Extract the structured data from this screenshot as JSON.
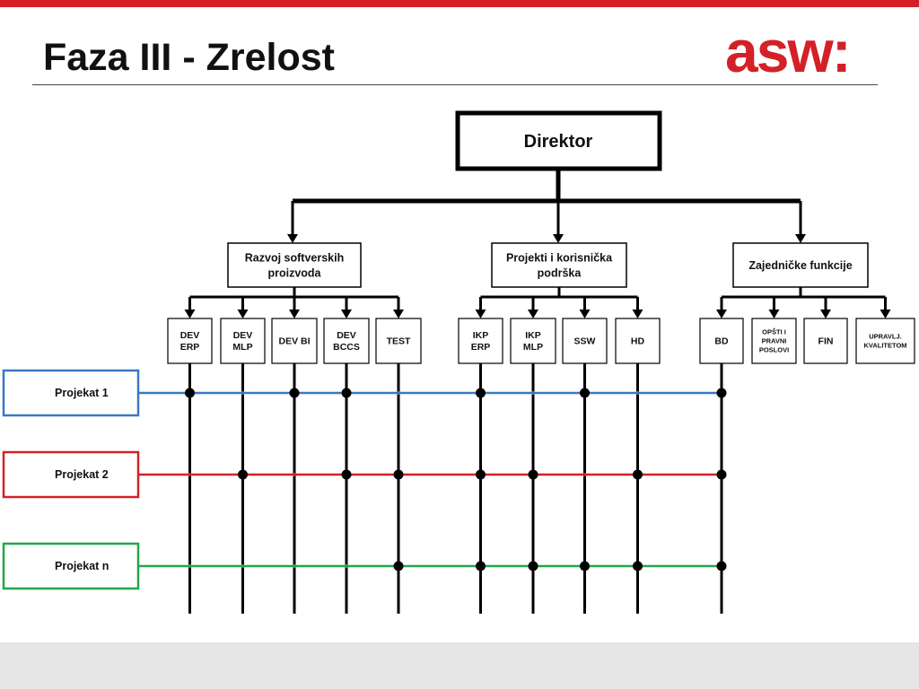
{
  "slide": {
    "title": "Faza III - Zrelost",
    "logo": "asw:"
  },
  "colors": {
    "accent": "#d42027",
    "project1": "#3a78c4",
    "project2": "#d42027",
    "projectn": "#22a64b"
  },
  "diagram": {
    "root": "Direktor",
    "departments": [
      {
        "name": "Razvoj softverskih proizvoda",
        "lines": [
          "Razvoj softverskih",
          "proizvoda"
        ],
        "units": [
          [
            "DEV",
            "ERP"
          ],
          [
            "DEV",
            "MLP"
          ],
          [
            "DEV BI"
          ],
          [
            "DEV",
            "BCCS"
          ],
          [
            "TEST"
          ]
        ]
      },
      {
        "name": "Projekti i korisnička podrška",
        "lines": [
          "Projekti i korisnička",
          "podrška"
        ],
        "units": [
          [
            "IKP",
            "ERP"
          ],
          [
            "IKP",
            "MLP"
          ],
          [
            "SSW"
          ],
          [
            "HD"
          ]
        ]
      },
      {
        "name": "Zajedničke funkcije",
        "lines": [
          "Zajedničke funkcije"
        ],
        "units": [
          [
            "BD"
          ],
          [
            "OPŠTI I",
            "PRAVNI",
            "POSLOVI"
          ],
          [
            "FIN"
          ],
          [
            "UPRAVLJ.",
            "KVALITETOM"
          ]
        ]
      }
    ],
    "projects": [
      {
        "label": "Projekat 1",
        "color": "#3a78c4"
      },
      {
        "label": "Projekat 2",
        "color": "#d42027"
      },
      {
        "label": "Projekat n",
        "color": "#22a64b"
      }
    ]
  }
}
